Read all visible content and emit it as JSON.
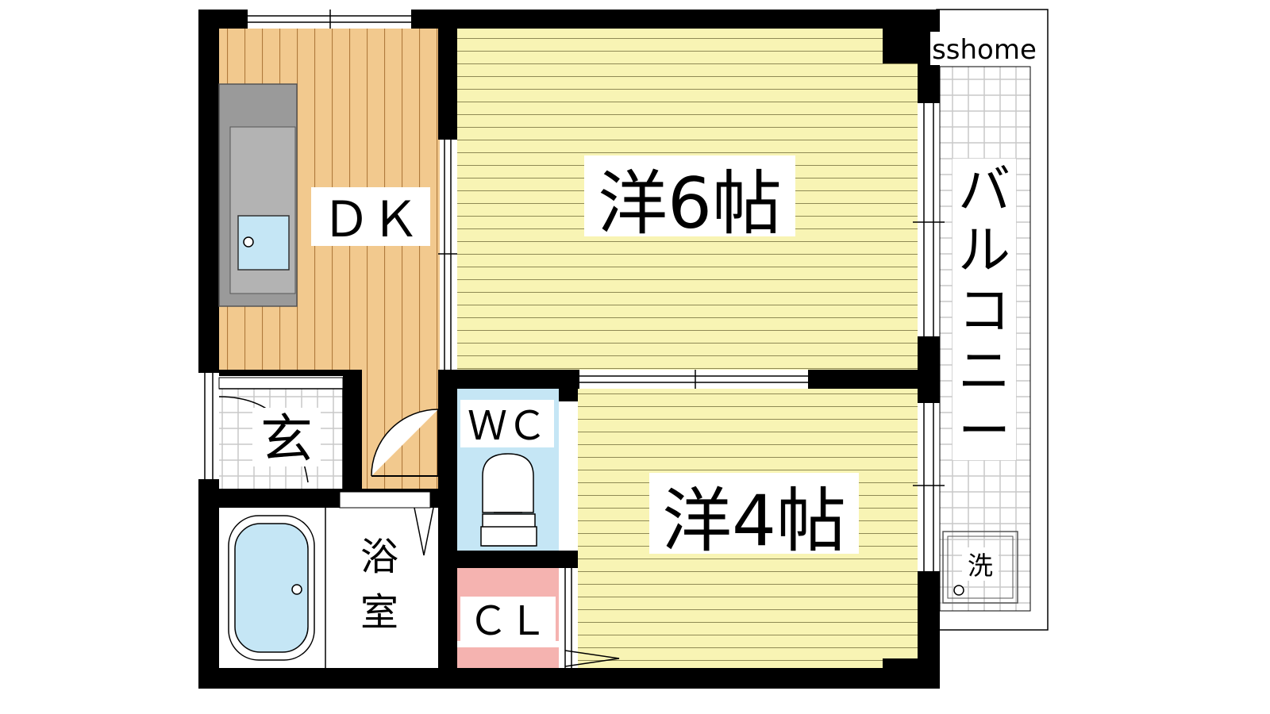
{
  "watermark": "sshome",
  "rooms": {
    "dk": "ＤＫ",
    "western_6": "洋6帖",
    "western_4": "洋4帖",
    "entrance": "玄",
    "wc": "ＷＣ",
    "bath_line1": "浴",
    "bath_line2": "室",
    "closet": "ＣＬ",
    "balcony": [
      "バ",
      "ル",
      "コ",
      "ニ",
      "ー"
    ],
    "laundry": "洗"
  },
  "colors": {
    "wall": "#000000",
    "wood_floor": "#f2c98e",
    "wood_line": "#b07a3c",
    "mat_floor": "#f8f4b4",
    "mat_line": "#8f8a55",
    "water": "#c5e6f5",
    "closet": "#f5b3b0",
    "tile": "#c9c9c9",
    "counter": "#9a9a9a"
  }
}
